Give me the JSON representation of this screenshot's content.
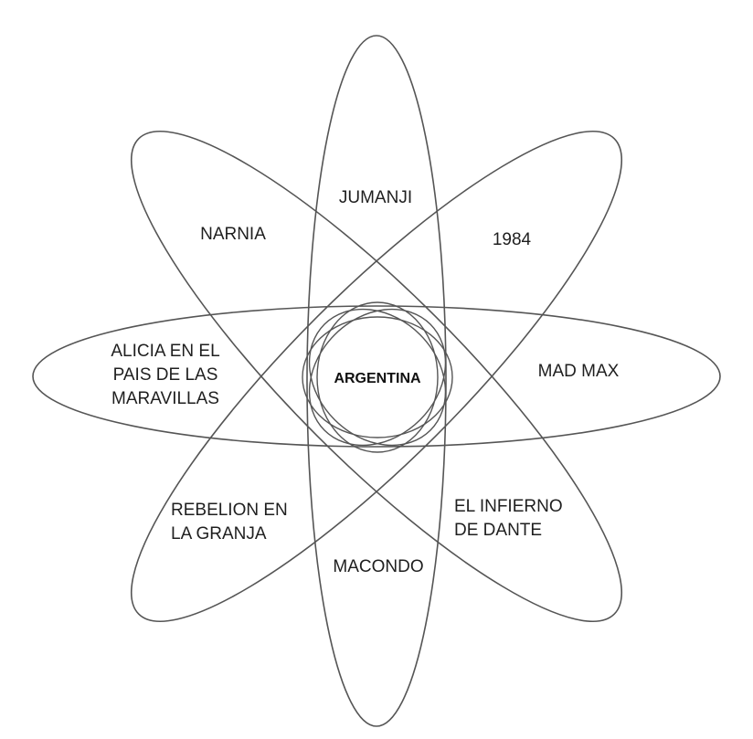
{
  "center": {
    "label": "ARGENTINA"
  },
  "regions": {
    "jumanji": [
      "JUMANJI"
    ],
    "narnia": [
      "NARNIA"
    ],
    "nineteen_eighty_four": [
      "1984"
    ],
    "alicia": [
      "ALICIA EN EL",
      "PAIS DE LAS",
      "MARAVILLAS"
    ],
    "mad_max": [
      "MAD MAX"
    ],
    "rebelion": [
      "REBELION EN",
      "LA GRANJA"
    ],
    "infierno": [
      "EL INFIERNO",
      "DE DANTE"
    ],
    "macondo": [
      "MACONDO"
    ]
  }
}
